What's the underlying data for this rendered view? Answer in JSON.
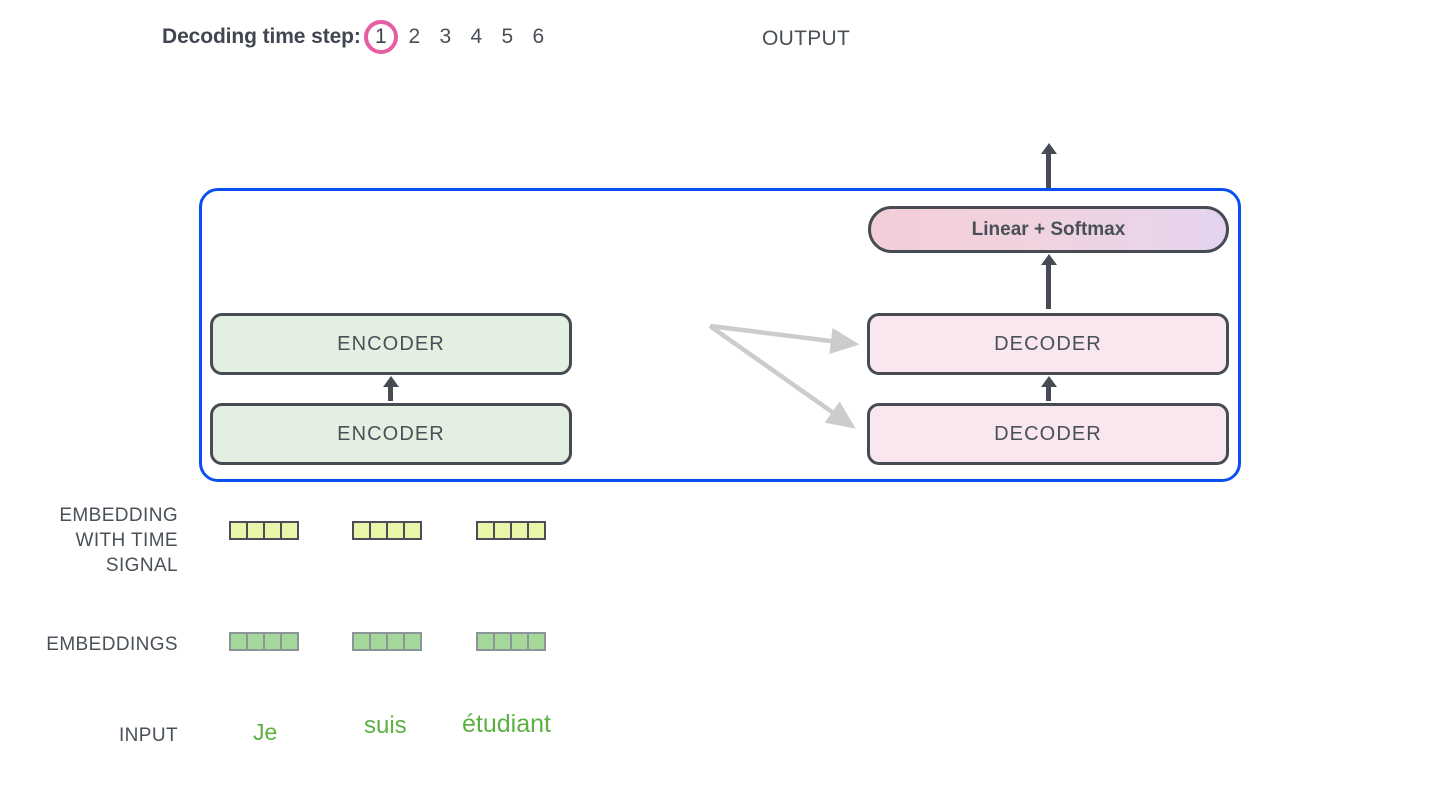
{
  "header": {
    "timestep_label": "Decoding time step:",
    "steps": [
      "1",
      "2",
      "3",
      "4",
      "5",
      "6"
    ],
    "active_step_index": 0,
    "active_circle_color": "#e65da2",
    "output_label": "OUTPUT"
  },
  "model": {
    "container_border_color": "#0b4ff2",
    "linear_softmax_label": "Linear + Softmax",
    "encoders": [
      {
        "label": "ENCODER"
      },
      {
        "label": "ENCODER"
      }
    ],
    "decoders": [
      {
        "label": "DECODER"
      },
      {
        "label": "DECODER"
      }
    ],
    "encoder_fill": "#e3f0e1",
    "decoder_fill": "#fae6ef",
    "block_border_color": "#474c54",
    "cross_attention_arrow_color": "#cccccc",
    "flow_arrow_color": "#474c54"
  },
  "rows": {
    "embedding_time_label_line1": "EMBEDDING",
    "embedding_time_label_line2": "WITH TIME",
    "embedding_time_label_line3": "SIGNAL",
    "embeddings_label": "EMBEDDINGS",
    "input_label": "INPUT"
  },
  "vectors": {
    "cells_per_vector": 4,
    "time_signal_fill": "#e9f5a8",
    "time_signal_border": "#4a4f57",
    "embeddings_fill": "#a3d89a",
    "embeddings_border": "#8e949b"
  },
  "input_tokens": [
    {
      "text": "Je"
    },
    {
      "text": "suis"
    },
    {
      "text": "étudiant"
    }
  ],
  "input_token_color": "#5cb142"
}
